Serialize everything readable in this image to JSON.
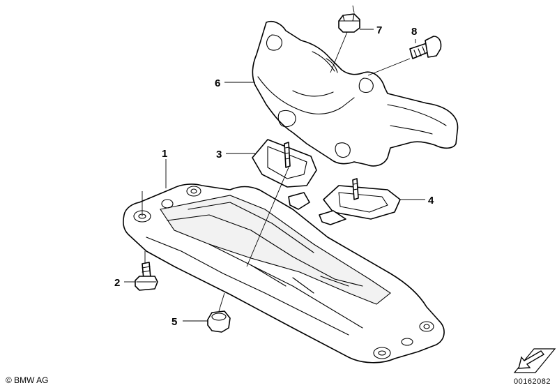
{
  "callouts": {
    "c1": "1",
    "c2": "2",
    "c3": "3",
    "c4": "4",
    "c5": "5",
    "c6": "6",
    "c7": "7",
    "c8": "8"
  },
  "footer": {
    "copyright": "© BMW AG",
    "document_number": "00162082"
  },
  "icons": {
    "direction": "arrow-icon"
  }
}
